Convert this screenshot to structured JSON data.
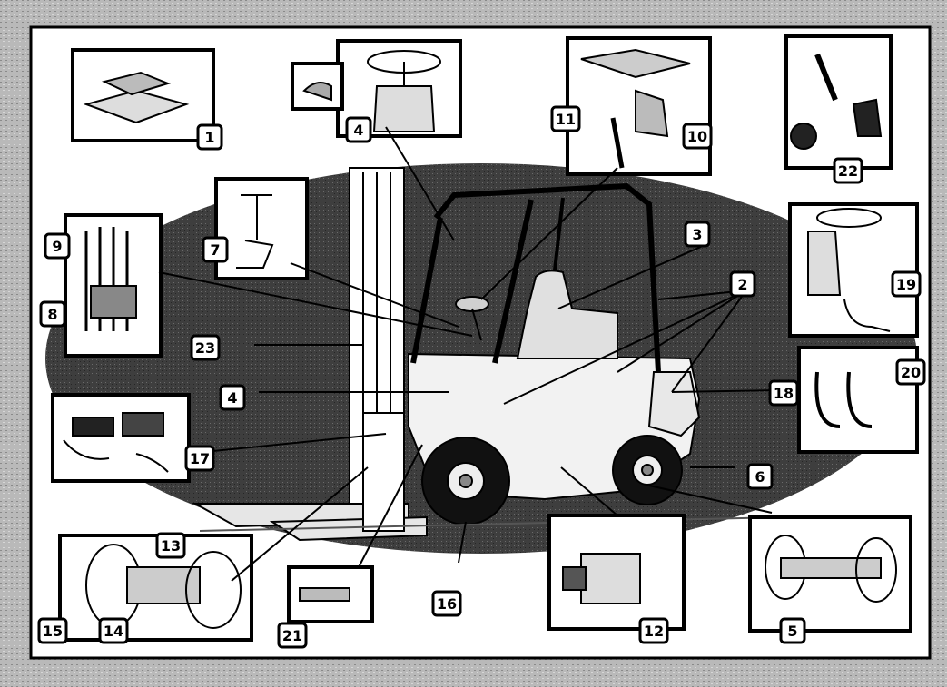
{
  "diagram": {
    "callouts": [
      {
        "id": "c1",
        "label": "1"
      },
      {
        "id": "c2",
        "label": "2"
      },
      {
        "id": "c3",
        "label": "3"
      },
      {
        "id": "c4a",
        "label": "4"
      },
      {
        "id": "c4b",
        "label": "4"
      },
      {
        "id": "c5",
        "label": "5"
      },
      {
        "id": "c6",
        "label": "6"
      },
      {
        "id": "c7",
        "label": "7"
      },
      {
        "id": "c8",
        "label": "8"
      },
      {
        "id": "c9",
        "label": "9"
      },
      {
        "id": "c10",
        "label": "10"
      },
      {
        "id": "c11",
        "label": "11"
      },
      {
        "id": "c12",
        "label": "12"
      },
      {
        "id": "c13",
        "label": "13"
      },
      {
        "id": "c14",
        "label": "14"
      },
      {
        "id": "c15",
        "label": "15"
      },
      {
        "id": "c16",
        "label": "16"
      },
      {
        "id": "c17",
        "label": "17"
      },
      {
        "id": "c18",
        "label": "18"
      },
      {
        "id": "c19",
        "label": "19"
      },
      {
        "id": "c20",
        "label": "20"
      },
      {
        "id": "c21",
        "label": "21"
      },
      {
        "id": "c22",
        "label": "22"
      },
      {
        "id": "c23",
        "label": "23"
      }
    ],
    "colors": {
      "frame": "#b9b9b9",
      "canvas": "#ffffff",
      "backdrop": "#3a3a3a",
      "ink": "#000000"
    }
  }
}
